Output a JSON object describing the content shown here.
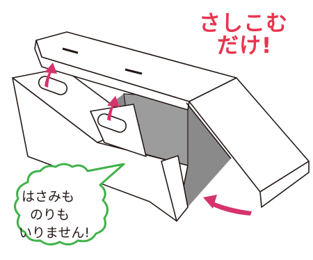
{
  "headline": {
    "line1": "さしこむ",
    "line2": "だけ!",
    "color": "#e8344e"
  },
  "speech_bubble": {
    "lines": [
      "はさみも",
      "のりも",
      "いりません!"
    ],
    "border_color": "#3fb24a"
  },
  "arrows": {
    "color": "#d6336c",
    "icons": [
      "arrow-up-icon",
      "arrow-up-icon",
      "curved-arrow-icon"
    ]
  },
  "box": {
    "outline_color": "#231815",
    "interior_color": "#8a8a8a"
  }
}
